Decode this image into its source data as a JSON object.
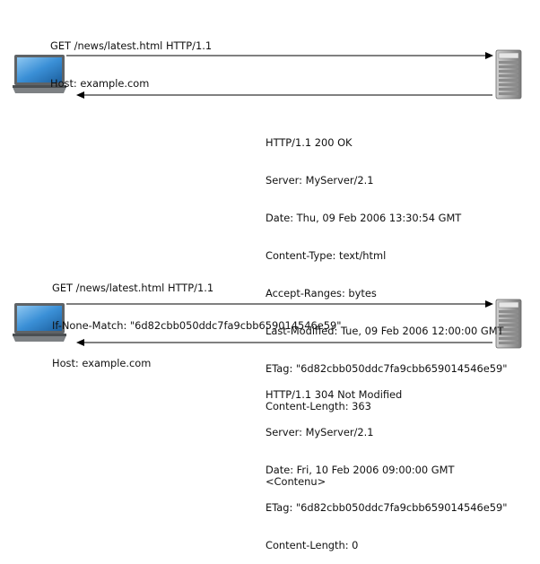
{
  "exchange1": {
    "request_lines": [
      "GET /news/latest.html HTTP/1.1",
      "Host: example.com"
    ],
    "response_lines": [
      "HTTP/1.1 200 OK",
      "Server: MyServer/2.1",
      "Date: Thu, 09 Feb 2006 13:30:54 GMT",
      "Content-Type: text/html",
      "Accept-Ranges: bytes",
      "Last-Modified: Tue, 09 Feb 2006 12:00:00 GMT",
      "ETag: \"6d82cbb050ddc7fa9cbb659014546e59\"",
      "Content-Length: 363",
      "",
      "<Contenu>"
    ]
  },
  "exchange2": {
    "request_lines": [
      "GET /news/latest.html HTTP/1.1",
      "If-None-Match: \"6d82cbb050ddc7fa9cbb659014546e59\"",
      "Host: example.com"
    ],
    "response_lines": [
      "HTTP/1.1 304 Not Modified",
      "Server: MyServer/2.1",
      "Date: Fri, 10 Feb 2006 09:00:00 GMT",
      "ETag: \"6d82cbb050ddc7fa9cbb659014546e59\"",
      "Content-Length: 0"
    ]
  },
  "icons": {
    "client": "laptop-icon",
    "server": "server-tower-icon"
  },
  "colors": {
    "arrow": "#000000",
    "laptop_screen": "#3a8fd6",
    "laptop_body": "#6b6f72",
    "server_body": "#9a9a9a"
  }
}
